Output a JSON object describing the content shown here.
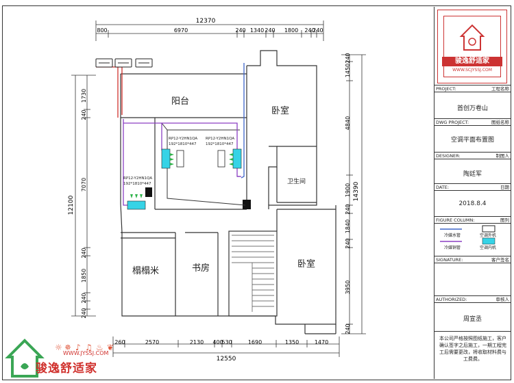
{
  "dimensions": {
    "top_total": "12370",
    "top_segments": [
      "800",
      "6970",
      "240",
      "1340",
      "240",
      "1800",
      "240",
      "240"
    ],
    "bottom_total": "12550",
    "bottom_segments": [
      "260",
      "2570",
      "2130",
      "400",
      "530",
      "1690",
      "1350",
      "1470"
    ],
    "left_total": "12100",
    "left_segments": [
      "1730",
      "240",
      "7070",
      "240",
      "1850",
      "240",
      "240"
    ],
    "right_total": "14390",
    "right_segments": [
      "240",
      "1450",
      "4840",
      "1900",
      "240",
      "1840",
      "240",
      "3950",
      "240"
    ]
  },
  "rooms": {
    "balcony": "阳台",
    "bedroom_top": "卧室",
    "bathroom": "卫生间",
    "tatami": "榻榻米",
    "study": "书房",
    "bedroom_bottom": "卧室"
  },
  "units": [
    {
      "model": "RP12-Y2HN1QA",
      "size": "192*1810*447"
    },
    {
      "model": "RP12-Y2HN1QA",
      "size": "192*1810*447"
    },
    {
      "model": "RP12-Y2HN1QA",
      "size": "192*1810*447"
    }
  ],
  "title_block": {
    "logo_name": "骏逸舒适家",
    "logo_url": "WWW.SCJYSSJ.COM",
    "project_label": "PROJECT:",
    "project_label_cn": "工程名称",
    "project_value": "首创万卷山",
    "dwg_label": "DWG PROJECT:",
    "dwg_label_cn": "图纸名称",
    "dwg_value": "空调平面布置图",
    "designer_label": "DESIGNER:",
    "designer_label_cn": "制图人",
    "designer_value": "陶廷军",
    "date_label": "DATE:",
    "date_label_cn": "日期",
    "date_value": "2018.8.4",
    "figure_label": "FIGURE COLUMN:",
    "figure_label_cn": "图列",
    "legend": {
      "water_pipe": "冷媒水管",
      "refrigerant_pipe": "冷媒铜管",
      "outdoor_unit": "空调外机",
      "indoor_unit": "空调内机"
    },
    "signature_label": "SIGNATURE:",
    "signature_label_cn": "客户签名",
    "authorized_label": "AUTHORIZED:",
    "authorized_label_cn": "审核人",
    "authorized_value": "周宣丞",
    "note": "本公司严格按照图纸施工，客户确认签字之后施工，一期工程完工后需要更改，将收取材料费与工费费。"
  },
  "watermark": {
    "name": "骏逸舒适家",
    "url": "WWW.JYSSJ.COM"
  },
  "colors": {
    "pipe_red": "#d0312d",
    "pipe_purple": "#8a3fc2",
    "pipe_blue": "#3c63c9",
    "indoor_cyan": "#36d3e6",
    "indoor_green": "#2fb34a",
    "brand_red": "#d0312d"
  }
}
